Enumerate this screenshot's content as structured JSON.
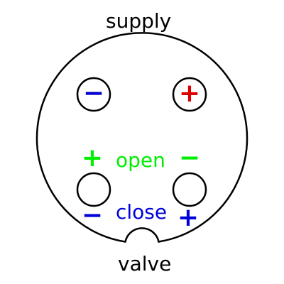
{
  "labels": {
    "supply": "supply",
    "valve": "valve",
    "open": "open",
    "close": "close"
  },
  "symbols": {
    "supply_negative": "−",
    "supply_positive": "+",
    "open_left": "+",
    "open_right": "−",
    "close_left": "−",
    "close_right": "+"
  },
  "colors": {
    "outline": "#000000",
    "negative_supply": "#0000cc",
    "positive_supply": "#dd0000",
    "open": "#00ee00",
    "close": "#0000dd"
  }
}
